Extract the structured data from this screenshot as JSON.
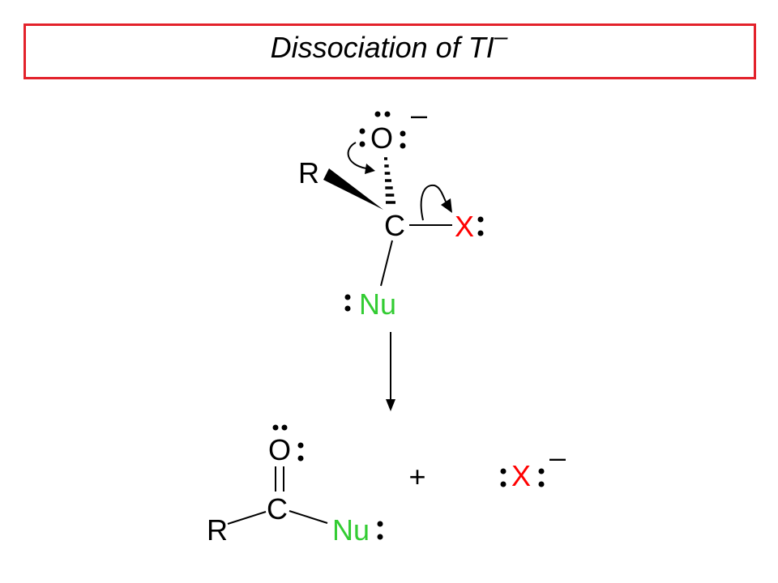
{
  "slide": {
    "title": "Dissociation of TI",
    "title_superscript": "–"
  },
  "tetrahedral_intermediate": {
    "oxygen": "O",
    "oxygen_charge": "–",
    "r_group": "R",
    "carbon": "C",
    "leaving_group": "X",
    "nucleophile": "Nu"
  },
  "products": {
    "carbonyl": {
      "oxygen": "O",
      "carbon": "C",
      "r_group": "R",
      "nucleophile": "Nu"
    },
    "plus": "+",
    "anion": {
      "atom": "X",
      "charge": "–"
    }
  },
  "colors": {
    "title_border": "#e3222b",
    "leaving_group": "#ff0000",
    "nucleophile": "#33cc33"
  }
}
